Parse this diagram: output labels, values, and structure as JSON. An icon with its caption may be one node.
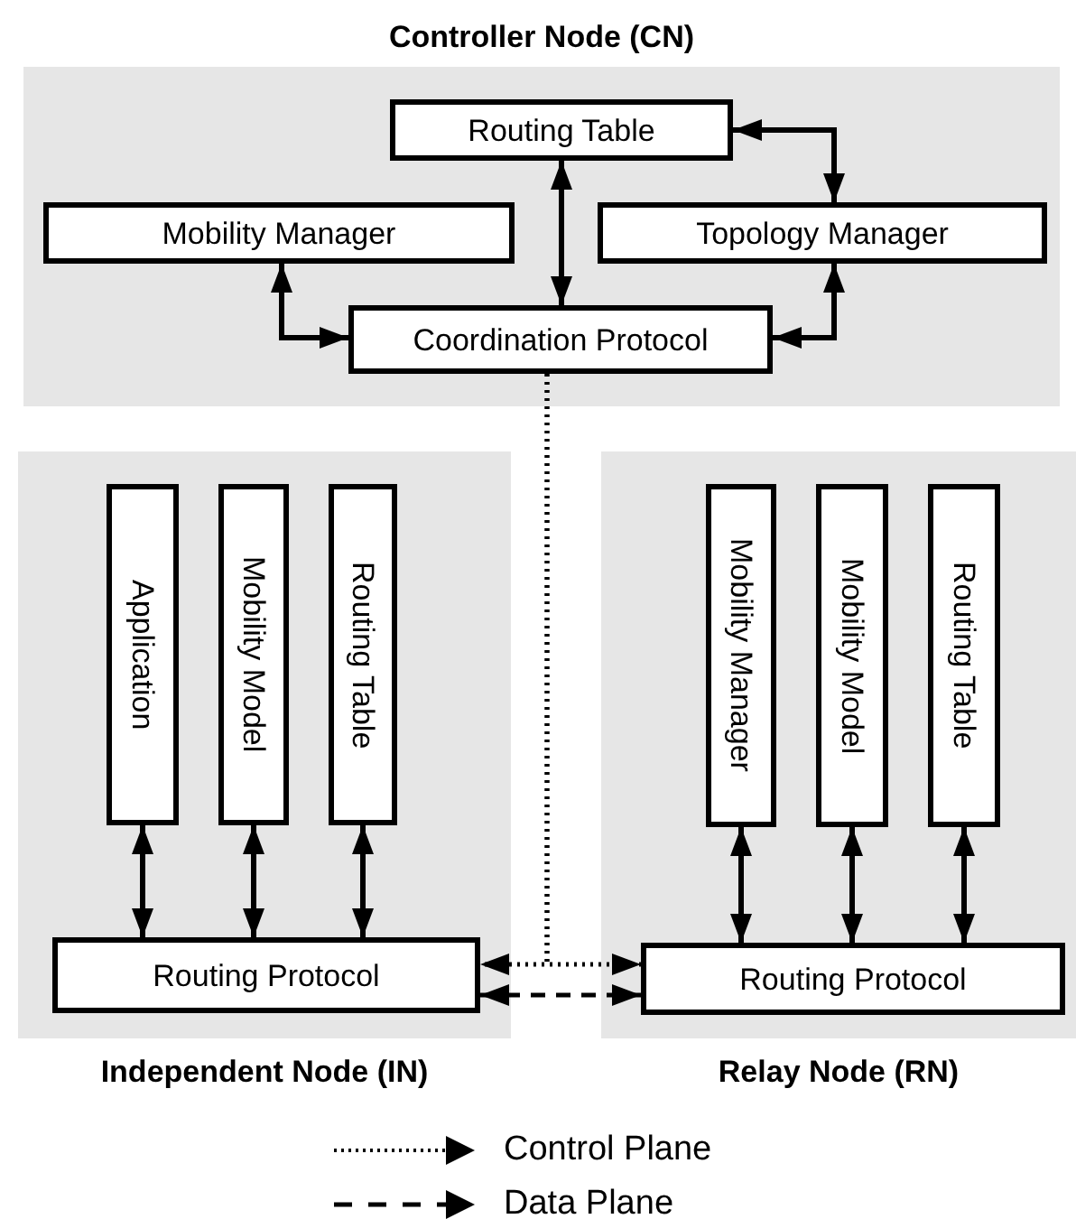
{
  "diagram": {
    "nodes": [
      {
        "text": [
          "Controller Node (CN)"
        ]
      },
      {
        "text": [
          "Routing Table"
        ],
        "in": 0
      },
      {
        "text": [
          "Mobility Manager"
        ],
        "in": 0
      },
      {
        "text": [
          "Topology Manager"
        ],
        "in": 0
      },
      {
        "text": [
          "Coordination Protocol"
        ],
        "in": 0
      },
      {
        "text": [
          "Independent Node (IN)"
        ]
      },
      {
        "text": [
          "Application"
        ],
        "in": 5
      },
      {
        "text": [
          "Mobility Model"
        ],
        "in": 5
      },
      {
        "text": [
          "Routing Table"
        ],
        "in": 5
      },
      {
        "text": [
          "Routing Protocol"
        ],
        "in": 5
      },
      {
        "text": [
          "Relay Node (RN)"
        ]
      },
      {
        "text": [
          "Mobility Manager"
        ],
        "in": 10
      },
      {
        "text": [
          "Mobility Model"
        ],
        "in": 10
      },
      {
        "text": [
          "Routing Table"
        ],
        "in": 10
      },
      {
        "text": [
          "Routing Protocol"
        ],
        "in": 10
      }
    ],
    "edges": [
      {
        "from": 1,
        "to": 4,
        "arrow": "both"
      },
      {
        "from": 1,
        "to": 3,
        "arrow": "both"
      },
      {
        "from": 2,
        "to": 4,
        "arrow": "both"
      },
      {
        "from": 3,
        "to": 4,
        "arrow": "both"
      },
      {
        "from": 6,
        "to": 9,
        "arrow": "both"
      },
      {
        "from": 7,
        "to": 9,
        "arrow": "both"
      },
      {
        "from": 8,
        "to": 9,
        "arrow": "both"
      },
      {
        "from": 11,
        "to": 14,
        "arrow": "both"
      },
      {
        "from": 12,
        "to": 14,
        "arrow": "both"
      },
      {
        "from": 13,
        "to": 14,
        "arrow": "both"
      },
      {
        "from": 4,
        "to": 9,
        "arrow": "to",
        "style": "dashed"
      },
      {
        "from": 4,
        "to": 14,
        "arrow": "to",
        "style": "dashed"
      },
      {
        "from": 9,
        "to": 14,
        "arrow": "both",
        "style": "dashed"
      }
    ],
    "legend": [
      {
        "text": "Control Plane"
      },
      {
        "text": "Data Plane"
      }
    ]
  }
}
